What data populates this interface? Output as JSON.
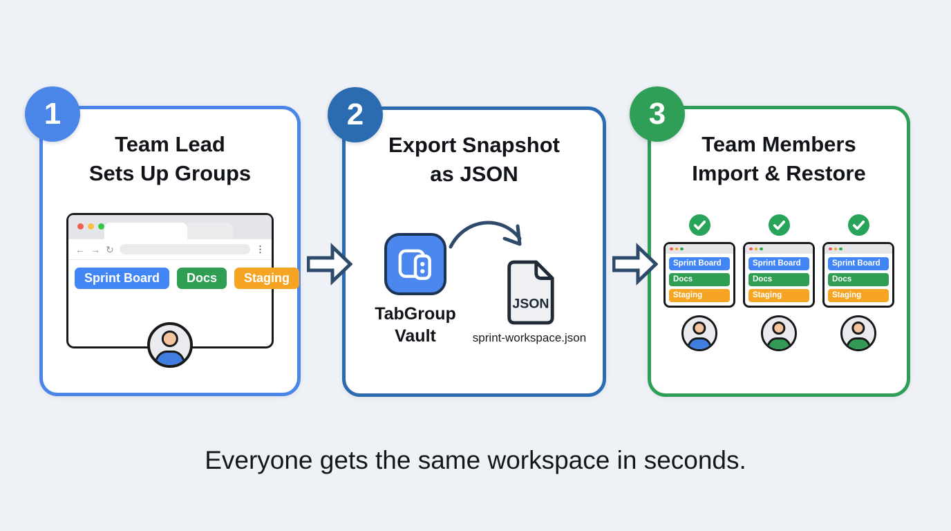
{
  "caption": "Everyone gets the same workspace in seconds.",
  "tab_groups": [
    {
      "label": "Sprint Board",
      "color": "#4285f4"
    },
    {
      "label": "Docs",
      "color": "#2f9e53"
    },
    {
      "label": "Staging",
      "color": "#f5a423"
    }
  ],
  "panels": [
    {
      "number": "1",
      "title_line1": "Team Lead",
      "title_line2": "Sets Up Groups",
      "accent": "#4a86e8"
    },
    {
      "number": "2",
      "title_line1": "Export Snapshot",
      "title_line2": "as JSON",
      "accent": "#2b6cb0",
      "app_name_line1": "TabGroup",
      "app_name_line2": "Vault",
      "file_type_label": "JSON",
      "file_name": "sprint-workspace.json"
    },
    {
      "number": "3",
      "title_line1": "Team Members",
      "title_line2": "Import & Restore",
      "accent": "#2f9e57"
    }
  ],
  "browser_icons": {
    "back": "←",
    "forward": "→",
    "reload": "↻",
    "menu": "⋮"
  },
  "colors": {
    "background": "#eef1f5",
    "panel_background": "#ffffff",
    "title_text": "#101318",
    "arrow_outline": "#2e4a6b",
    "step1_accent": "#4a86e8",
    "step2_accent": "#2b6cb0",
    "step3_accent": "#2f9e57",
    "chip_blue": "#4285f4",
    "chip_green": "#2f9e53",
    "chip_orange": "#f5a423",
    "check_green": "#27a35a",
    "traffic_red": "#f25f52",
    "traffic_yellow": "#fcbc40",
    "traffic_green": "#33c748",
    "avatar_skin": "#f6c49c",
    "avatar_body_blue": "#3f7de0",
    "avatar_body_green": "#339a55",
    "file_fill": "#eef0f3",
    "outline_dark": "#17181a",
    "vault_icon_blue": "#4b87ef"
  }
}
